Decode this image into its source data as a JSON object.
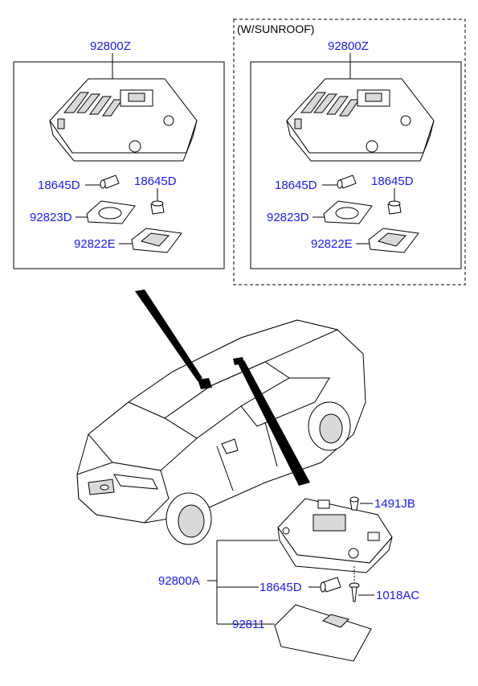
{
  "colors": {
    "label": "#1a1aff",
    "line": "#000000"
  },
  "panel_left": {
    "assembly": "92800Z",
    "bulb_a": "18645D",
    "bulb_b": "18645D",
    "lens_a": "92823D",
    "lens_b": "92822E"
  },
  "panel_right": {
    "note": "(W/SUNROOF)",
    "assembly": "92800Z",
    "bulb_a": "18645D",
    "bulb_b": "18645D",
    "lens_a": "92823D",
    "lens_b": "92822E"
  },
  "lower": {
    "assembly": "92800A",
    "clip": "1491JB",
    "bulb": "18645D",
    "screw": "1018AC",
    "lens": "92811"
  }
}
